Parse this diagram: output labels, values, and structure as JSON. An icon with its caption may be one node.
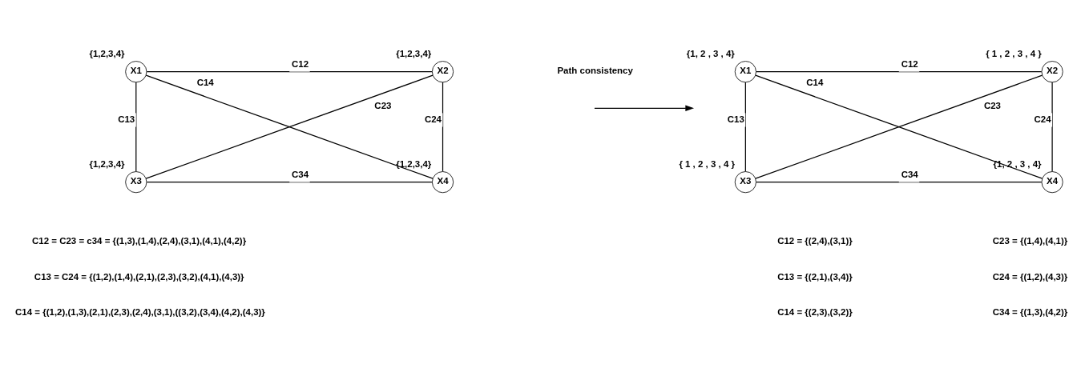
{
  "diagram": {
    "nodes": [
      {
        "text": [
          "X1"
        ],
        "beside": [
          "{1,2,3,4}"
        ]
      },
      {
        "text": [
          "X2"
        ],
        "beside": [
          "{1,2,3,4}"
        ]
      },
      {
        "text": [
          "X3"
        ],
        "beside": [
          "{1,2,3,4}"
        ]
      },
      {
        "text": [
          "X4"
        ],
        "beside": [
          "{1,2,3,4}"
        ]
      },
      {
        "text": [
          "X1"
        ],
        "beside": [
          "{1, 2 , 3 , 4}"
        ]
      },
      {
        "text": [
          "X2"
        ],
        "beside": [
          "{ 1 , 2 , 3 , 4 }"
        ]
      },
      {
        "text": [
          "X3"
        ],
        "beside": [
          "{ 1 , 2 , 3 , 4 }"
        ]
      },
      {
        "text": [
          "X4"
        ],
        "beside": [
          "{1, 2 , 3 , 4}"
        ]
      }
    ],
    "edges": [
      {
        "from": 0,
        "to": 1,
        "arrow": "none",
        "label": "C12"
      },
      {
        "from": 0,
        "to": 2,
        "arrow": "none",
        "label": "C13"
      },
      {
        "from": 0,
        "to": 3,
        "arrow": "none",
        "label": "C14"
      },
      {
        "from": 1,
        "to": 2,
        "arrow": "none",
        "label": "C23"
      },
      {
        "from": 1,
        "to": 3,
        "arrow": "none",
        "label": "C24"
      },
      {
        "from": 2,
        "to": 3,
        "arrow": "none",
        "label": "C34"
      },
      {
        "from": 4,
        "to": 5,
        "arrow": "none",
        "label": "C12"
      },
      {
        "from": 4,
        "to": 6,
        "arrow": "none",
        "label": "C13"
      },
      {
        "from": 4,
        "to": 7,
        "arrow": "none",
        "label": "C14"
      },
      {
        "from": 5,
        "to": 6,
        "arrow": "none",
        "label": "C23"
      },
      {
        "from": 5,
        "to": 7,
        "arrow": "none",
        "label": "C24"
      },
      {
        "from": 6,
        "to": 7,
        "arrow": "none",
        "label": "C34"
      }
    ],
    "labels": [
      "Path consistency",
      "C12 = C23 = c34 = {(1,3),(1,4),(2,4),(3,1),(4,1),(4,2)}",
      "C13 = C24 = {(1,2),(1,4),(2,1),(2,3),(3,2),(4,1),(4,3)}",
      "C14 = {(1,2),(1,3),(2,1),(2,3),(2,4),(3,1),((3,2),(3,4),(4,2),(4,3)}",
      "C12 = {(2,4),(3,1)}",
      "C23 = {(1,4),(4,1)}",
      "C13 = {(2,1),(3,4)}",
      "C24 = {(1,2),(4,3)}",
      "C14 = {(2,3),(3,2)}",
      "C34 = {(1,3),(4,2)}"
    ]
  }
}
